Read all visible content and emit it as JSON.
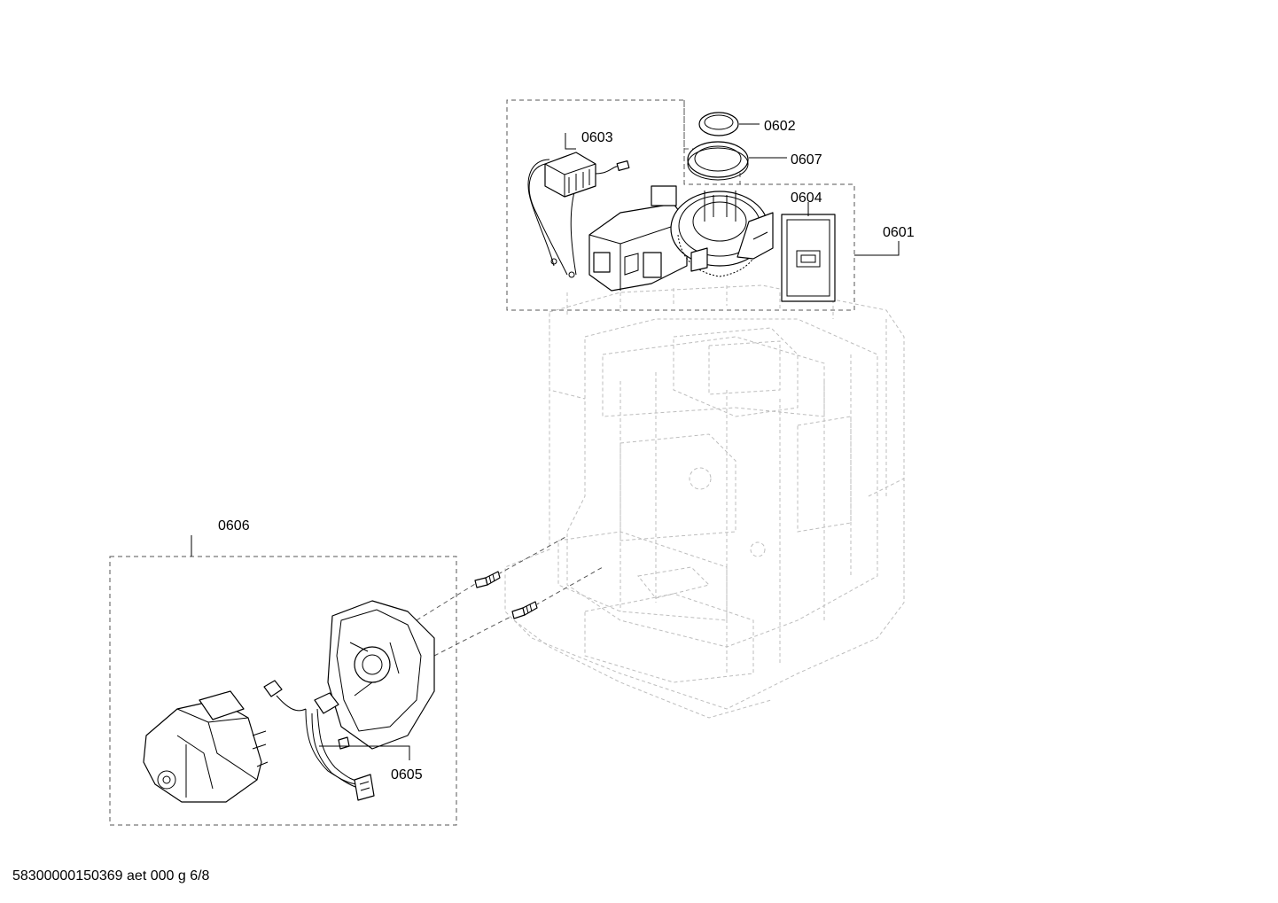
{
  "labels": {
    "p0601": "0601",
    "p0602": "0602",
    "p0603": "0603",
    "p0604": "0604",
    "p0605": "0605",
    "p0606": "0606",
    "p0607": "0607"
  },
  "footer": "58300000150369 aet 000 g 6/8"
}
